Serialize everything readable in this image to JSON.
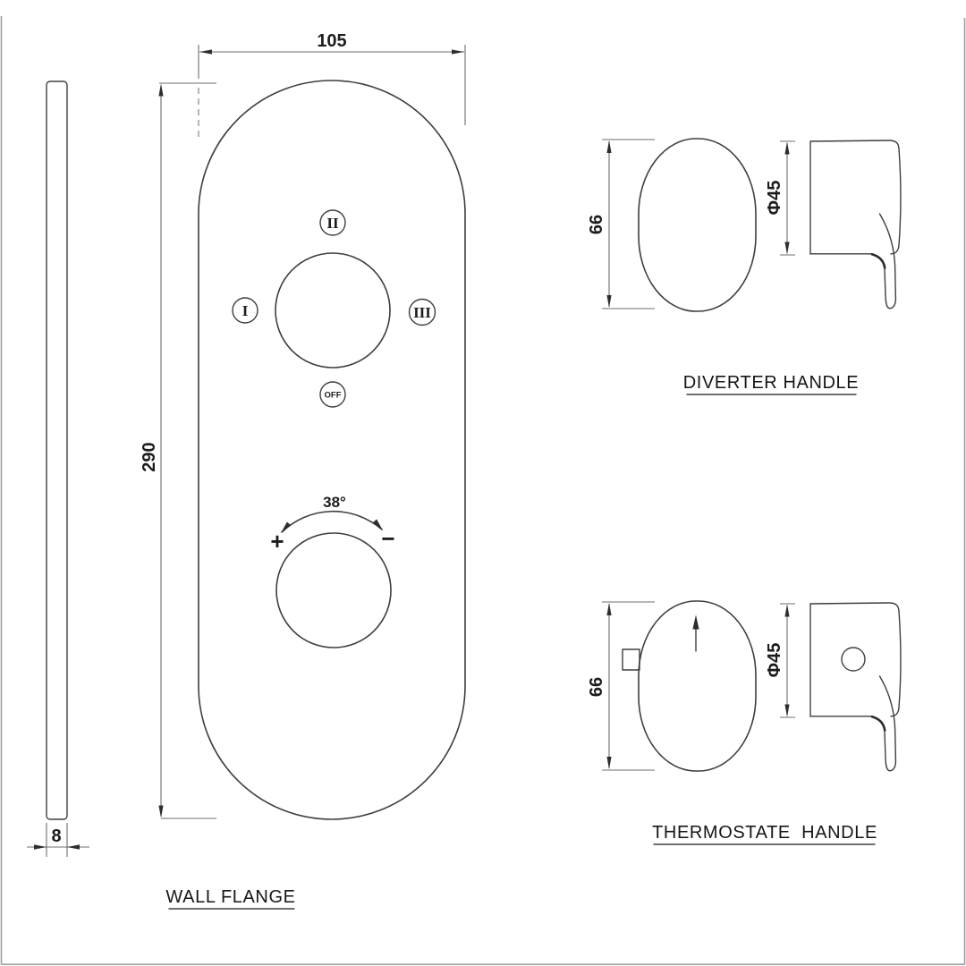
{
  "drawing": {
    "colors": {
      "background": "#ffffff",
      "line": "#3e3e3e",
      "dimension_line": "#6d6d6d",
      "text": "#1c1c1c",
      "frame": "#9b9fa3"
    },
    "wall_flange": {
      "label": "WALL FLANGE",
      "width_dim": "105",
      "height_dim": "290",
      "thickness_dim": "8",
      "diverter_dial": {
        "pos_top": "II",
        "pos_left": "I",
        "pos_right": "III",
        "pos_bottom": "OFF"
      },
      "thermostat_dial": {
        "angle_dim": "38°",
        "plus_sign": "+",
        "minus_sign": "−"
      }
    },
    "diverter_handle": {
      "label": "DIVERTER HANDLE",
      "height_dim": "66",
      "diameter_dim": "Φ45"
    },
    "thermostate_handle": {
      "label": "THERMOSTATE  HANDLE",
      "height_dim": "66",
      "diameter_dim": "Φ45"
    }
  }
}
